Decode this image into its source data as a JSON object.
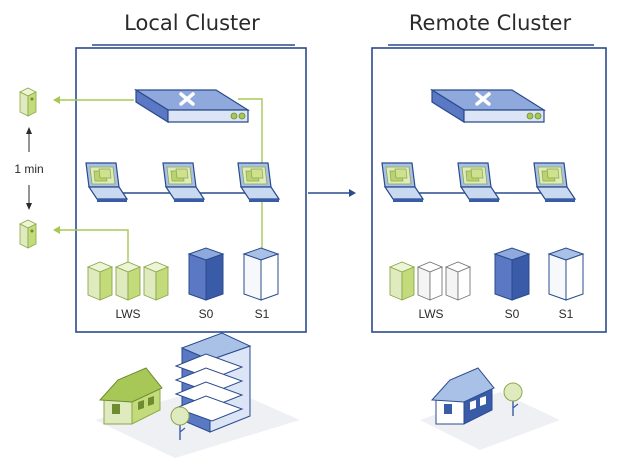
{
  "clusters": [
    {
      "title": "Local Cluster",
      "labels": {
        "lws": "LWS",
        "s0": "S0",
        "s1": "S1"
      }
    },
    {
      "title": "Remote Cluster",
      "labels": {
        "lws": "LWS",
        "s0": "S0",
        "s1": "S1"
      }
    }
  ],
  "interval_label": "1 min",
  "colors": {
    "blue_dark": "#3a5ba8",
    "blue_light": "#a9c1e6",
    "green": "#a7c857",
    "green_light": "#dfeabf",
    "line": "#2a4b8d"
  }
}
